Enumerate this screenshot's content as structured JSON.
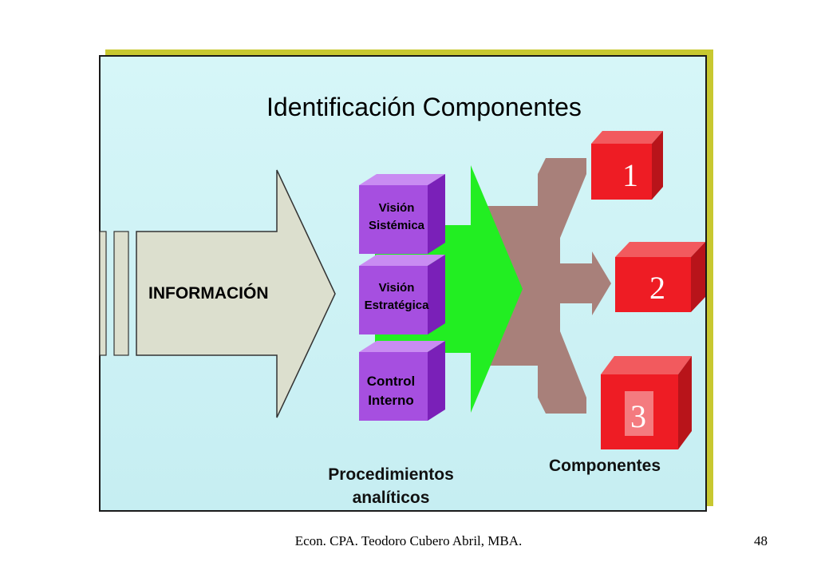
{
  "slide": {
    "title": "Identificación Componentes",
    "input_label": "INFORMACIÓN",
    "procedures": [
      {
        "label_line1": "Visión",
        "label_line2": "Sistémica"
      },
      {
        "label_line1": "Visión",
        "label_line2": "Estratégica"
      },
      {
        "label_line1": "Control",
        "label_line2": "Interno"
      }
    ],
    "components": [
      "1",
      "2",
      "3"
    ],
    "procedures_caption_line1": "Procedimientos",
    "procedures_caption_line2": "analíticos",
    "components_caption": "Componentes"
  },
  "footer": {
    "author": "Econ. CPA. Teodoro Cubero Abril, MBA.",
    "page_number": "48"
  },
  "colors": {
    "panel_bg": "#d6f6f8",
    "panel_shadow": "#c8c830",
    "input_arrow": "#dcdfce",
    "procedure_box": "#a64fe0",
    "green_arrow": "#22ee22",
    "branch_arrow": "#a8807a",
    "component_cube": "#ee1c24"
  },
  "icons": [
    "large-right-arrow",
    "green-right-arrow",
    "three-way-branch-arrow",
    "cube"
  ]
}
